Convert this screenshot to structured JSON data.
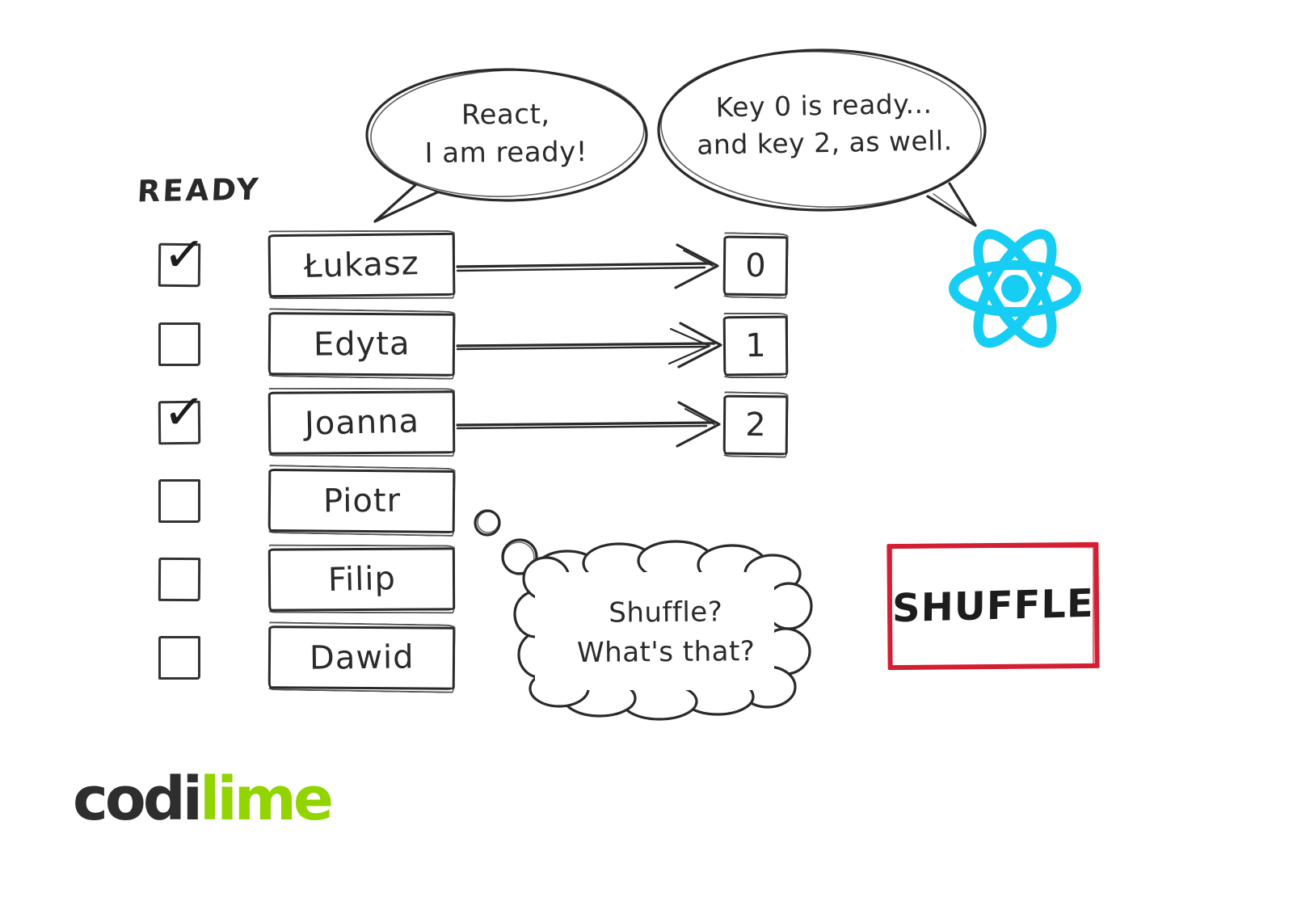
{
  "colors": {
    "ink": "#2a2a2a",
    "react": "#16cef4",
    "shuffle_red": "#d31f33",
    "lime": "#91d400",
    "codi_dark": "#2e2e2e"
  },
  "ready_label": "READY",
  "list": {
    "check_glyph": "✓",
    "rows": [
      {
        "name": "Łukasz",
        "ready": true,
        "key": "0"
      },
      {
        "name": "Edyta",
        "ready": false,
        "key": "1"
      },
      {
        "name": "Joanna",
        "ready": true,
        "key": "2"
      },
      {
        "name": "Piotr",
        "ready": false
      },
      {
        "name": "Filip",
        "ready": false
      },
      {
        "name": "Dawid",
        "ready": false
      }
    ]
  },
  "speech_bubbles": [
    {
      "speaker": "list-item",
      "lines": [
        "React,",
        "I am ready!"
      ]
    },
    {
      "speaker": "react",
      "lines": [
        "Key 0 is ready...",
        "and key 2, as well."
      ]
    }
  ],
  "thought_bubble": {
    "lines": [
      "Shuffle?",
      "What's that?"
    ]
  },
  "shuffle_button": {
    "label": "SHUFFLE"
  },
  "logo": {
    "part1": "codi",
    "part2": "lime"
  }
}
